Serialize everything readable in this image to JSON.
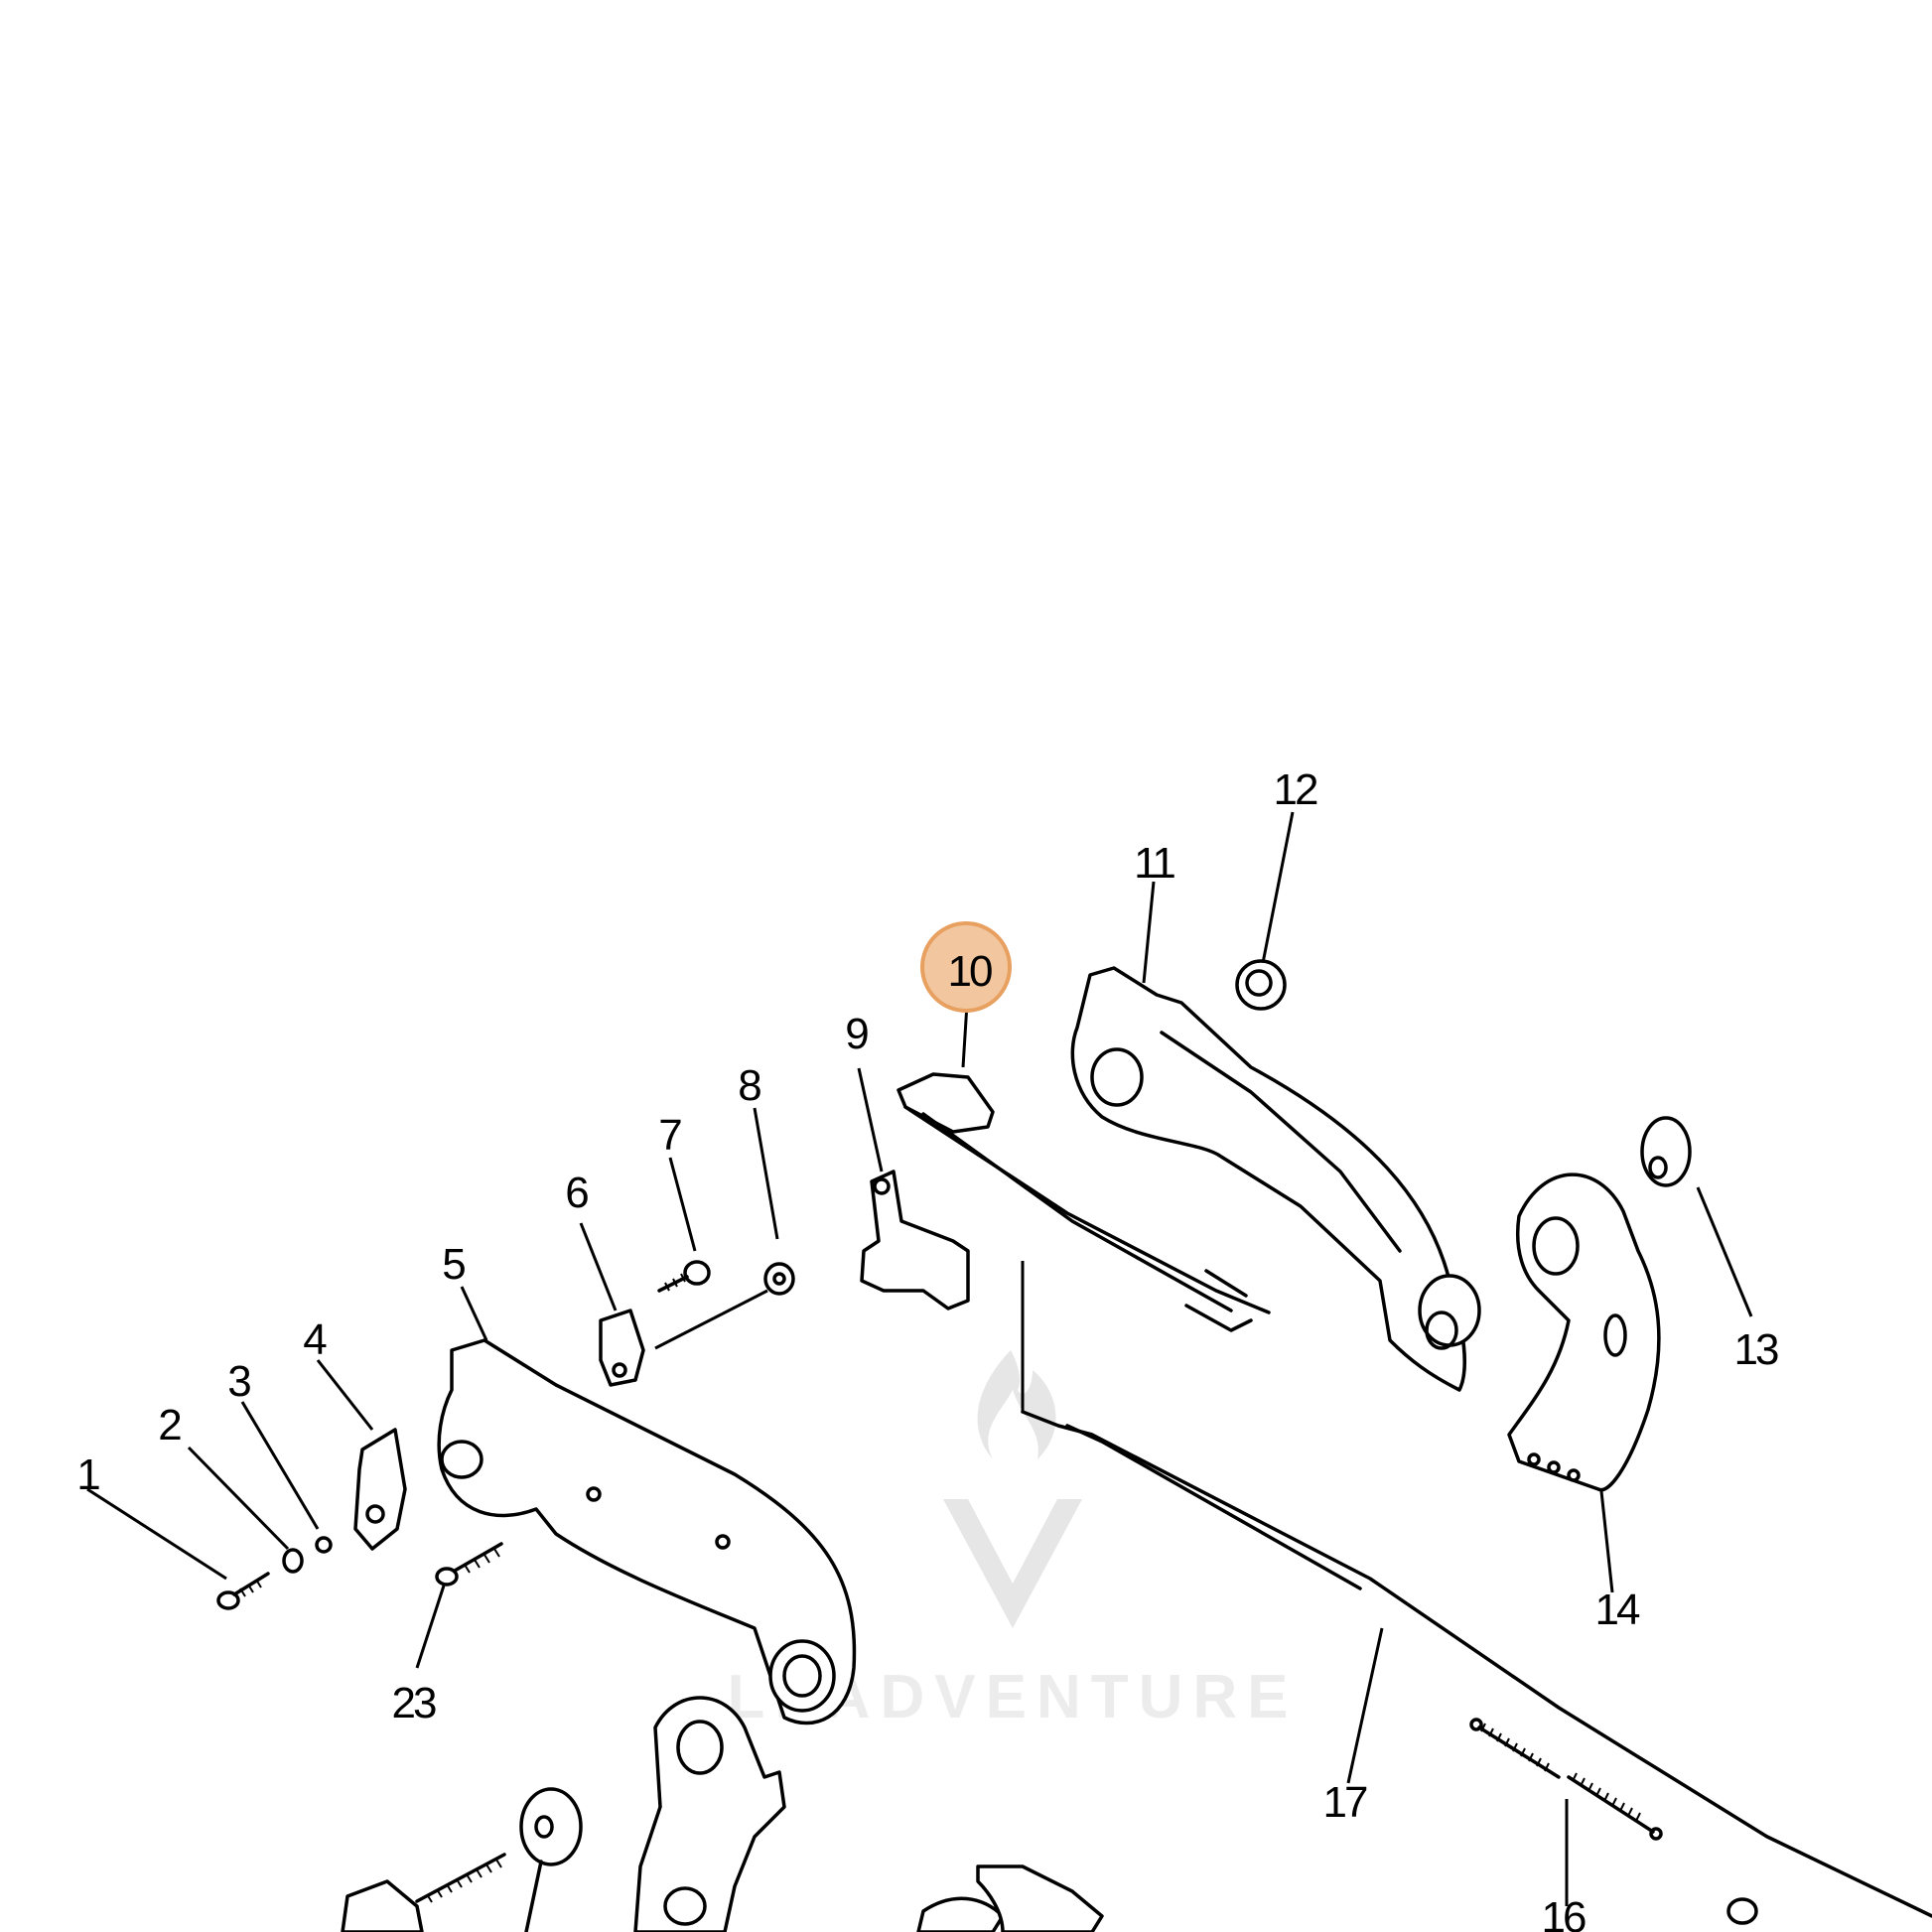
{
  "diagram": {
    "highlighted_part": "10",
    "highlight_color": "#f2c79f",
    "highlight_border_color": "#e8a060",
    "line_color": "#000000",
    "watermark": {
      "text": "LEADVENTURE",
      "icon": "flame-v-logo-icon"
    },
    "callouts": [
      {
        "id": "1",
        "label": "1"
      },
      {
        "id": "2",
        "label": "2"
      },
      {
        "id": "3",
        "label": "3"
      },
      {
        "id": "4",
        "label": "4"
      },
      {
        "id": "5",
        "label": "5"
      },
      {
        "id": "6",
        "label": "6"
      },
      {
        "id": "7",
        "label": "7"
      },
      {
        "id": "8",
        "label": "8"
      },
      {
        "id": "9",
        "label": "9"
      },
      {
        "id": "10",
        "label": "10"
      },
      {
        "id": "11",
        "label": "11"
      },
      {
        "id": "12",
        "label": "12"
      },
      {
        "id": "13",
        "label": "13"
      },
      {
        "id": "14",
        "label": "14"
      },
      {
        "id": "16",
        "label": "16"
      },
      {
        "id": "17",
        "label": "17"
      },
      {
        "id": "23",
        "label": "23"
      }
    ]
  }
}
